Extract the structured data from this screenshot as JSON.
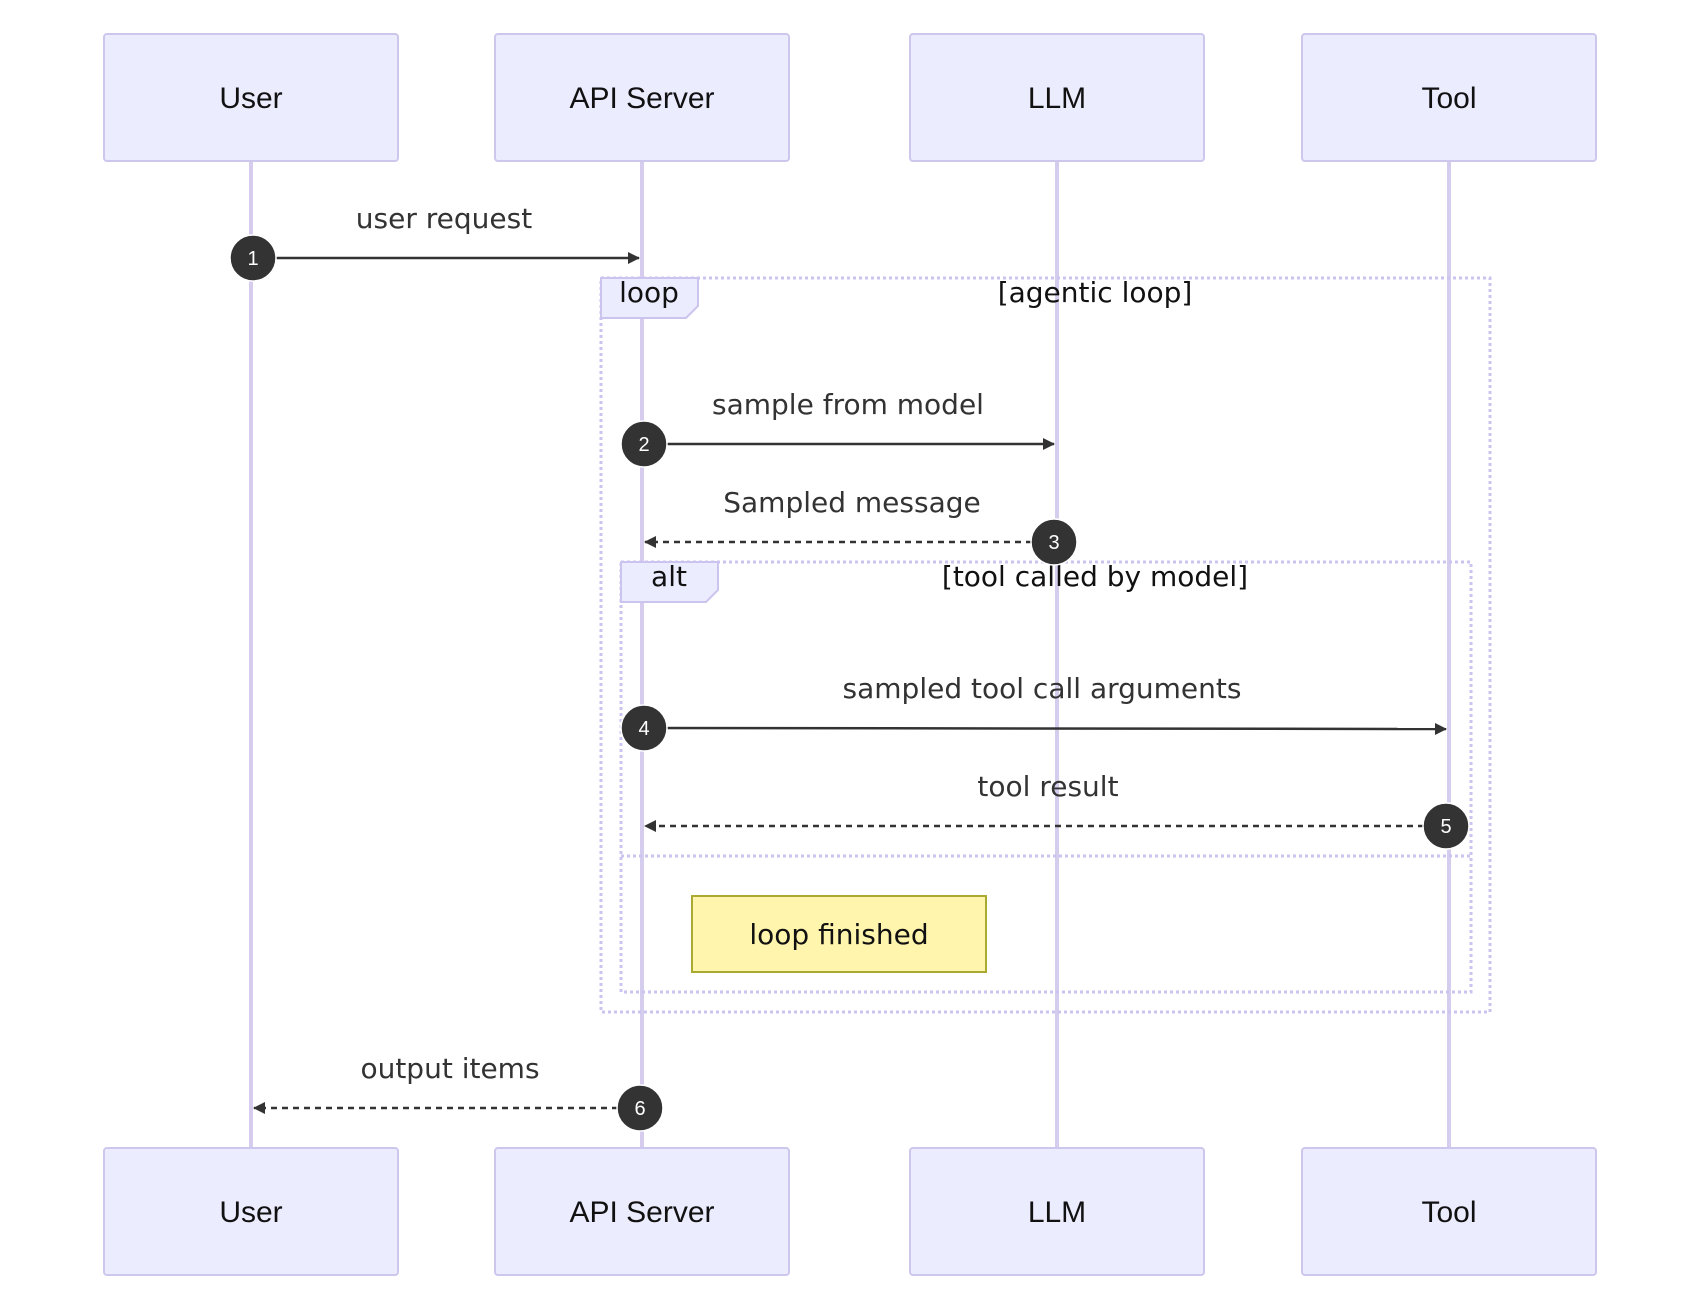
{
  "participants": [
    {
      "id": "user",
      "label": "User"
    },
    {
      "id": "api",
      "label": "API Server"
    },
    {
      "id": "llm",
      "label": "LLM"
    },
    {
      "id": "tool",
      "label": "Tool"
    }
  ],
  "messages": [
    {
      "seq": "1",
      "from": "user",
      "to": "api",
      "label": "user request",
      "style": "solid"
    },
    {
      "seq": "2",
      "from": "api",
      "to": "llm",
      "label": "sample from model",
      "style": "solid"
    },
    {
      "seq": "3",
      "from": "llm",
      "to": "api",
      "label": "Sampled message",
      "style": "dashed"
    },
    {
      "seq": "4",
      "from": "api",
      "to": "tool",
      "label": "sampled tool call arguments",
      "style": "solid"
    },
    {
      "seq": "5",
      "from": "tool",
      "to": "api",
      "label": "tool result",
      "style": "dashed"
    },
    {
      "seq": "6",
      "from": "api",
      "to": "user",
      "label": "output items",
      "style": "dashed"
    }
  ],
  "frames": {
    "loop": {
      "kind": "loop",
      "condition": "[agentic loop]"
    },
    "alt": {
      "kind": "alt",
      "condition": "[tool called by model]"
    }
  },
  "note": {
    "text": "loop finished"
  },
  "colors": {
    "actor_fill": "#ececff",
    "actor_border": "#cdc7ee",
    "lifeline": "#d6cdee",
    "arrow": "#333333",
    "note_fill": "#fff5ad",
    "note_border": "#aaaa33"
  }
}
